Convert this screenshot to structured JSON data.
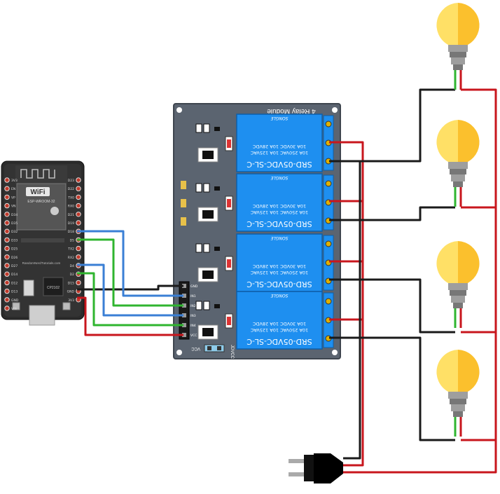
{
  "esp32": {
    "wifi_label": "WiFi",
    "module_label": "ESP-WROOM-32",
    "website": "RandomNerdTutorials.com",
    "chip_label": "CP2102",
    "left_pins": [
      "3V3",
      "EN",
      "VP",
      "VN",
      "D34",
      "D35",
      "D32",
      "D33",
      "D25",
      "D26",
      "D27",
      "D14",
      "D12",
      "D13",
      "GND",
      "VIN"
    ],
    "right_pins": [
      "D23",
      "D22",
      "TX0",
      "RX0",
      "D21",
      "D19",
      "D18",
      "D5",
      "TX2",
      "RX2",
      "D4",
      "D2",
      "D15",
      "GND",
      "3V3"
    ]
  },
  "relay_board": {
    "title": "4 Relay Module",
    "input_pins": [
      "GND",
      "IN1",
      "IN2",
      "IN3",
      "IN4",
      "VCC"
    ],
    "jumper_labels": [
      "VCC",
      "JDVCC"
    ],
    "relays": [
      {
        "model": "SRD-05VDC-SL-C",
        "line1": "10A 250VAC  10A 125VAC",
        "line2": "10A  30VDC  10A  28VDC",
        "brand": "SONGLE"
      },
      {
        "model": "SRD-05VDC-SL-C",
        "line1": "10A 250VAC  10A 125VAC",
        "line2": "10A  30VDC  10A  28VDC",
        "brand": "SONGLE"
      },
      {
        "model": "SRD-05VDC-SL-C",
        "line1": "10A 250VAC  10A 125VAC",
        "line2": "10A  30VDC  10A  28VDC",
        "brand": "SONGLE"
      },
      {
        "model": "SRD-05VDC-SL-C",
        "line1": "10A 250VAC  10A 125VAC",
        "line2": "10A  30VDC  10A  28VDC",
        "brand": "SONGLE"
      }
    ]
  },
  "lamps_count": 4,
  "colors": {
    "wire_blue": "#3a7fd5",
    "wire_green": "#2fb52f",
    "wire_red": "#c8161d",
    "wire_black": "#1a1a1a",
    "relay_blue": "#1e8ff0",
    "board_gray": "#5b6470",
    "bulb_yellow": "#fbc02d",
    "bulb_yellow_light": "#ffe066"
  }
}
